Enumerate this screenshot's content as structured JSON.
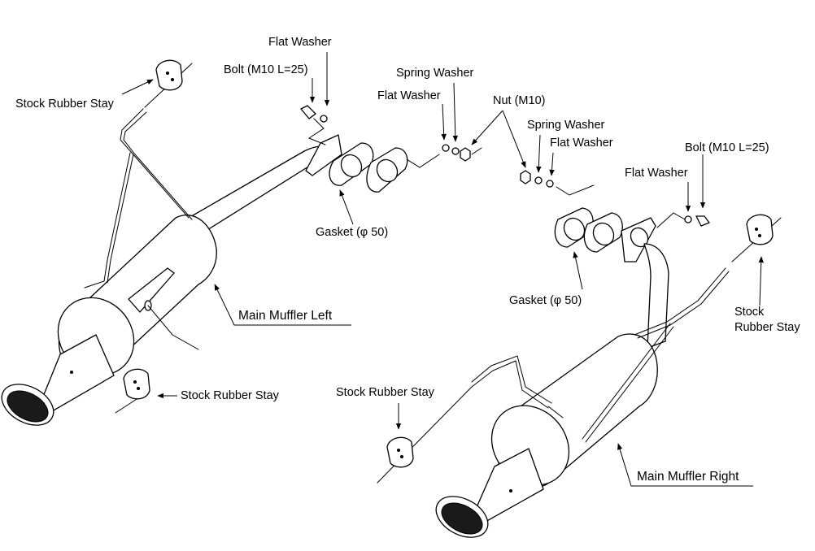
{
  "labels": {
    "flat_washer_1": "Flat Washer",
    "bolt_left": "Bolt (M10 L=25)",
    "stock_rubber_stay_top_left": "Stock Rubber Stay",
    "spring_washer_1": "Spring Washer",
    "flat_washer_2": "Flat Washer",
    "nut": "Nut (M10)",
    "spring_washer_2": "Spring Washer",
    "flat_washer_3": "Flat Washer",
    "bolt_right": "Bolt (M10 L=25)",
    "flat_washer_4": "Flat Washer",
    "gasket_left": "Gasket (φ 50)",
    "gasket_right": "Gasket (φ 50)",
    "main_muffler_left": "Main Muffler Left",
    "stock_rubber_stay_right_line1": "Stock",
    "stock_rubber_stay_right_line2": "Rubber Stay",
    "stock_rubber_stay_mid_left": "Stock Rubber Stay",
    "stock_rubber_stay_bottom": "Stock Rubber Stay",
    "main_muffler_right": "Main Muffler Right"
  },
  "colors": {
    "line": "#000000",
    "background": "#ffffff"
  }
}
